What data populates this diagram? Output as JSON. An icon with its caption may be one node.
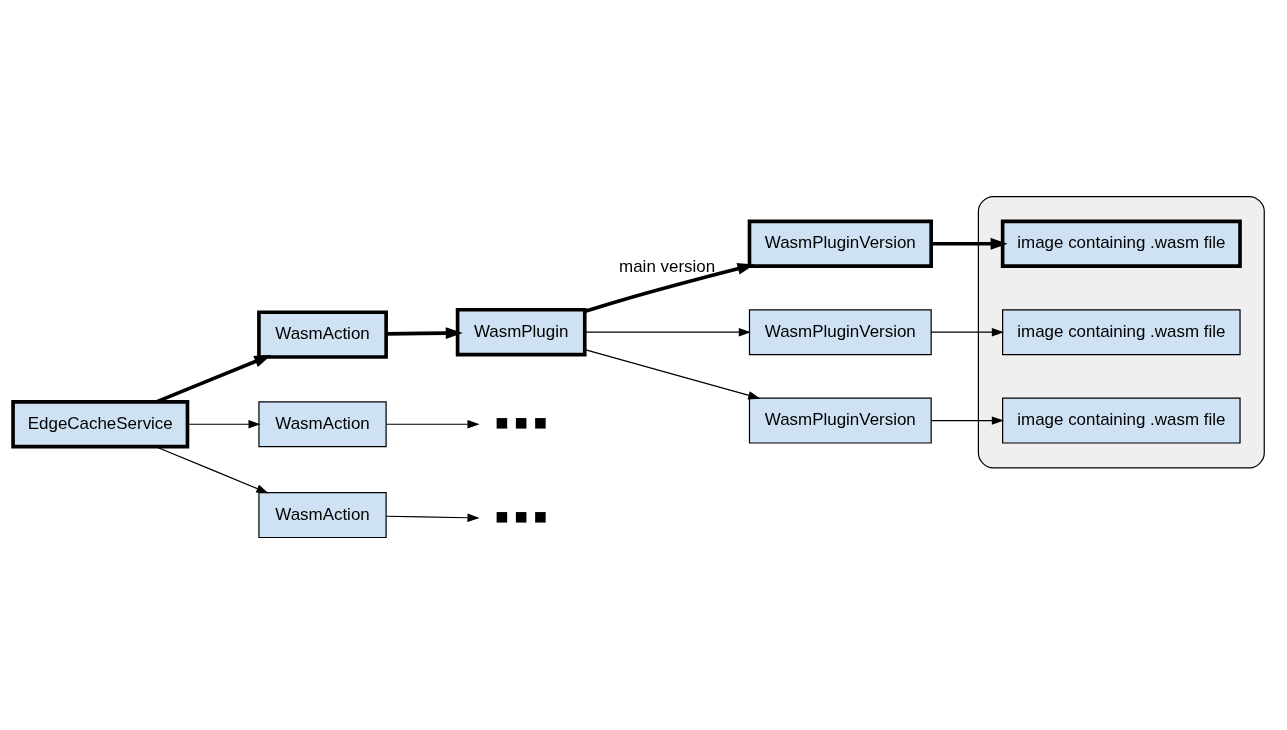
{
  "diagram": {
    "nodes": [
      {
        "text": [
          "EdgeCacheService"
        ]
      },
      {
        "text": [
          "WasmAction"
        ]
      },
      {
        "text": [
          "WasmAction"
        ]
      },
      {
        "text": [
          "WasmAction"
        ]
      },
      {
        "text": [
          "WasmPlugin"
        ]
      },
      {
        "text": [
          "■ ■ ■"
        ]
      },
      {
        "text": [
          "■ ■ ■"
        ]
      },
      {
        "text": [
          "WasmPluginVersion"
        ]
      },
      {
        "text": [
          "WasmPluginVersion"
        ]
      },
      {
        "text": [
          "WasmPluginVersion"
        ]
      },
      {
        "text": [],
        "shape": "cylinder"
      },
      {
        "text": [
          "image containing .wasm file"
        ],
        "in": 10
      },
      {
        "text": [
          "image containing .wasm file"
        ],
        "in": 10
      },
      {
        "text": [
          "image containing .wasm file"
        ],
        "in": 10
      }
    ],
    "edges": [
      {
        "from": 0,
        "to": 1,
        "arrow": "to",
        "style": "thick"
      },
      {
        "from": 0,
        "to": 2,
        "arrow": "to"
      },
      {
        "from": 0,
        "to": 3,
        "arrow": "to"
      },
      {
        "from": 1,
        "to": 4,
        "arrow": "to",
        "style": "thick"
      },
      {
        "from": 2,
        "to": 5,
        "arrow": "to"
      },
      {
        "from": 3,
        "to": 6,
        "arrow": "to"
      },
      {
        "from": 4,
        "to": 7,
        "arrow": "to",
        "style": "thick",
        "label": "main version"
      },
      {
        "from": 4,
        "to": 8,
        "arrow": "to"
      },
      {
        "from": 4,
        "to": 9,
        "arrow": "to"
      },
      {
        "from": 7,
        "to": 11,
        "arrow": "to",
        "style": "thick"
      },
      {
        "from": 8,
        "to": 12,
        "arrow": "to"
      },
      {
        "from": 9,
        "to": 13,
        "arrow": "to"
      }
    ]
  }
}
